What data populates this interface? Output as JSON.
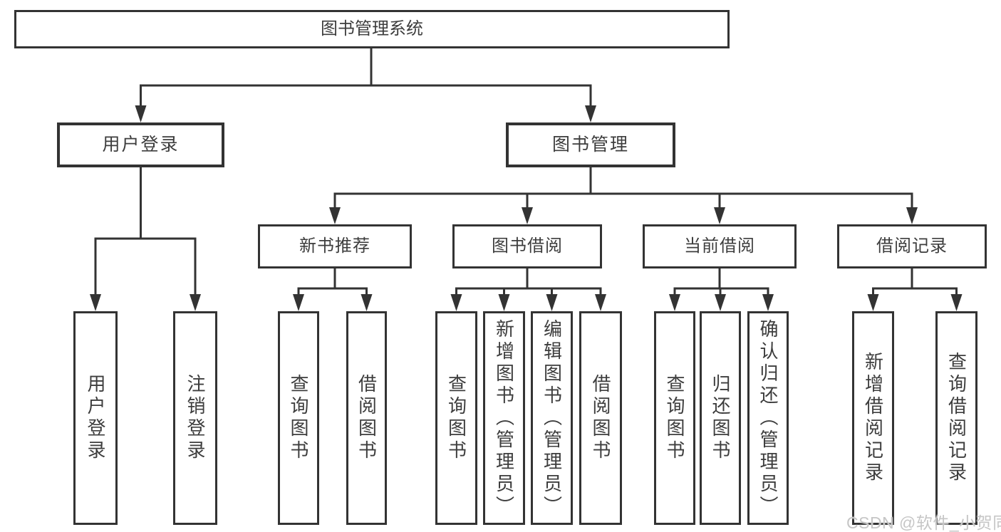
{
  "tree": {
    "root": {
      "label": "图书管理系统"
    },
    "branches": [
      {
        "label": "用户登录",
        "children": [
          {
            "label": "用户登录"
          },
          {
            "label": "注销登录"
          }
        ]
      },
      {
        "label": "图书管理",
        "children": [
          {
            "label": "新书推荐",
            "children": [
              {
                "label": "查询图书"
              },
              {
                "label": "借阅图书"
              }
            ]
          },
          {
            "label": "图书借阅",
            "children": [
              {
                "label": "查询图书"
              },
              {
                "label": "新增图书（管理员）"
              },
              {
                "label": "编辑图书（管理员）"
              },
              {
                "label": "借阅图书"
              }
            ]
          },
          {
            "label": "当前借阅",
            "children": [
              {
                "label": "查询图书"
              },
              {
                "label": "归还图书"
              },
              {
                "label": "确认归还（管理员）"
              }
            ]
          },
          {
            "label": "借阅记录",
            "children": [
              {
                "label": "新增借阅记录"
              },
              {
                "label": "查询借阅记录"
              }
            ]
          }
        ]
      }
    ]
  },
  "watermark": "CSDN @软件_小贺同学",
  "colors": {
    "line": "#333333",
    "text": "#3d3d3d",
    "watermark": "#c6c6c6",
    "background": "#ffffff"
  }
}
